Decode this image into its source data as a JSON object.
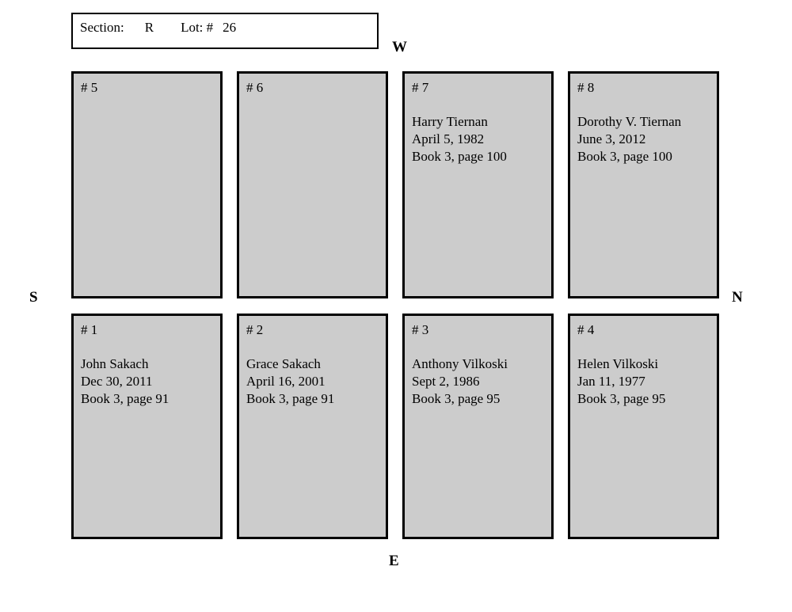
{
  "header": {
    "section_label": "Section:",
    "section_value": "R",
    "lot_label": "Lot: #",
    "lot_value": "26"
  },
  "compass": {
    "west": "W",
    "south": "S",
    "north": "N",
    "east": "E"
  },
  "colors": {
    "plot_fill": "#cccccc",
    "plot_border": "#000000",
    "page_background": "#ffffff"
  },
  "plots": {
    "top_row": [
      {
        "number": "# 5",
        "name": "",
        "date": "",
        "record": ""
      },
      {
        "number": "# 6",
        "name": "",
        "date": "",
        "record": ""
      },
      {
        "number": "# 7",
        "name": "Harry Tiernan",
        "date": "April 5, 1982",
        "record": "Book 3, page 100"
      },
      {
        "number": "# 8",
        "name": "Dorothy V. Tiernan",
        "date": "June 3, 2012",
        "record": "Book 3, page 100"
      }
    ],
    "bottom_row": [
      {
        "number": "# 1",
        "name": "John Sakach",
        "date": "Dec 30, 2011",
        "record": "Book 3, page 91"
      },
      {
        "number": "# 2",
        "name": "Grace Sakach",
        "date": "April 16, 2001",
        "record": "Book 3, page 91"
      },
      {
        "number": "# 3",
        "name": "Anthony Vilkoski",
        "date": "Sept 2, 1986",
        "record": "Book 3, page 95"
      },
      {
        "number": "# 4",
        "name": "Helen Vilkoski",
        "date": "Jan 11, 1977",
        "record": "Book 3, page 95"
      }
    ]
  }
}
